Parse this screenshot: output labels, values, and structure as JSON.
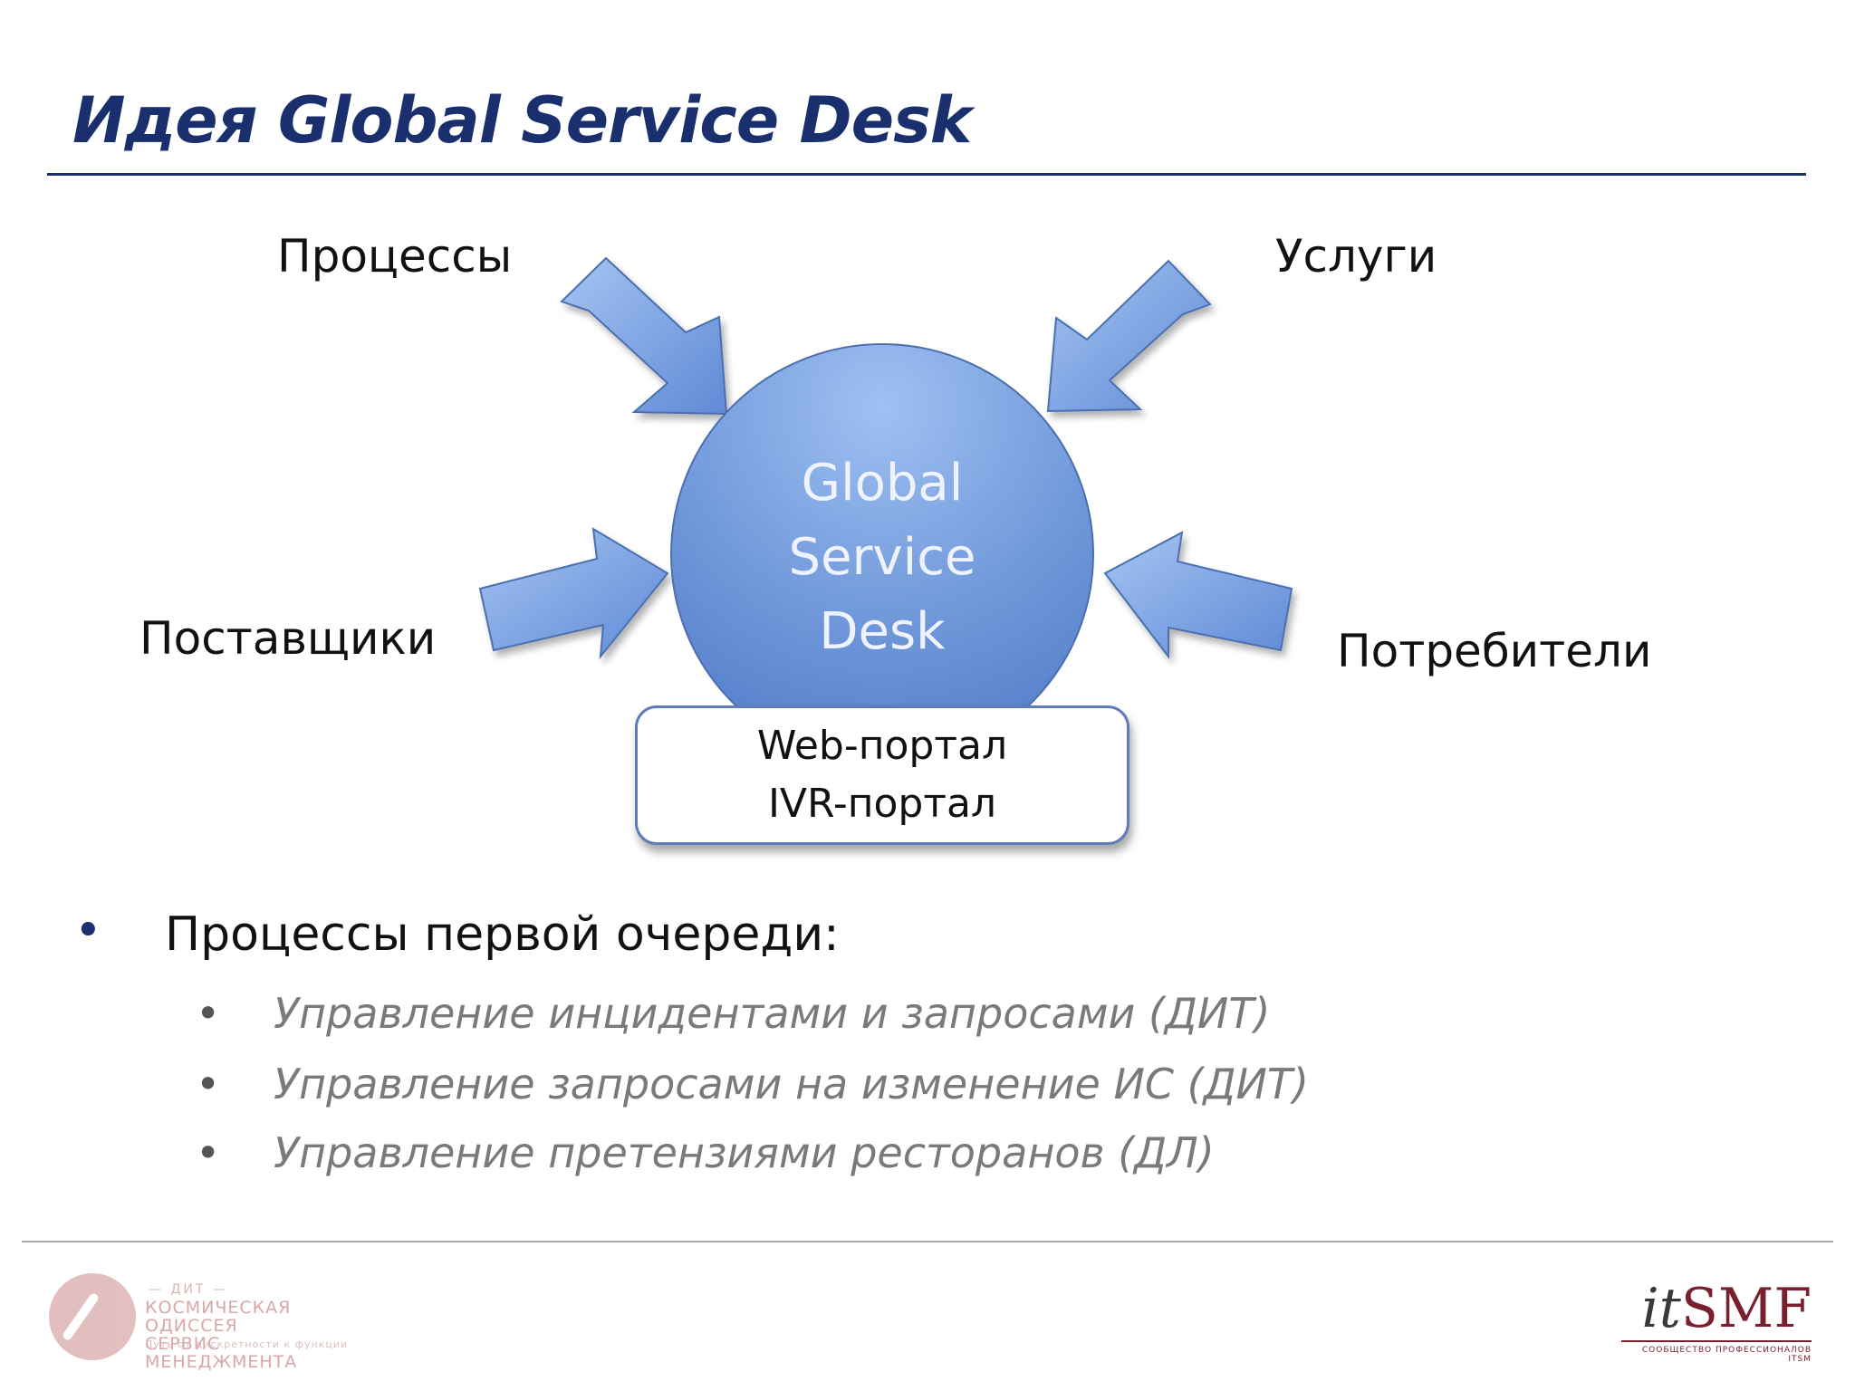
{
  "title": "Идея Global Service Desk",
  "diagram": {
    "center_lines": [
      "Global",
      "Service",
      "Desk"
    ],
    "labels": {
      "top_left": "Процессы",
      "top_right": "Услуги",
      "bottom_left": "Поставщики",
      "bottom_right": "Потребители"
    },
    "portal_lines": [
      "Web-портал",
      "IVR-портал"
    ],
    "colors": {
      "circle": "#6f97d9",
      "arrow": "#7aa3e2",
      "arrow_stroke": "#4a6fb0"
    }
  },
  "bullets": {
    "main": "Процессы первой очереди:",
    "items": [
      "Управление инцидентами и запросами (ДИТ)",
      "Управление запросами на изменение ИС (ДИТ)",
      "Управление претензиями ресторанов (ДЛ)"
    ]
  },
  "footer": {
    "left_logo": {
      "line1": "— ДИТ —",
      "line2": "КОСМИЧЕСКАЯ ОДИССЕЯ",
      "line3": "СЕРВИС МЕНЕДЖМЕНТА",
      "line4": "Путь от дискретности к функции"
    },
    "right_logo": {
      "prefix": "it",
      "name": "SMF",
      "tagline": "СООБЩЕСТВО ПРОФЕССИОНАЛОВ ITSM"
    }
  }
}
